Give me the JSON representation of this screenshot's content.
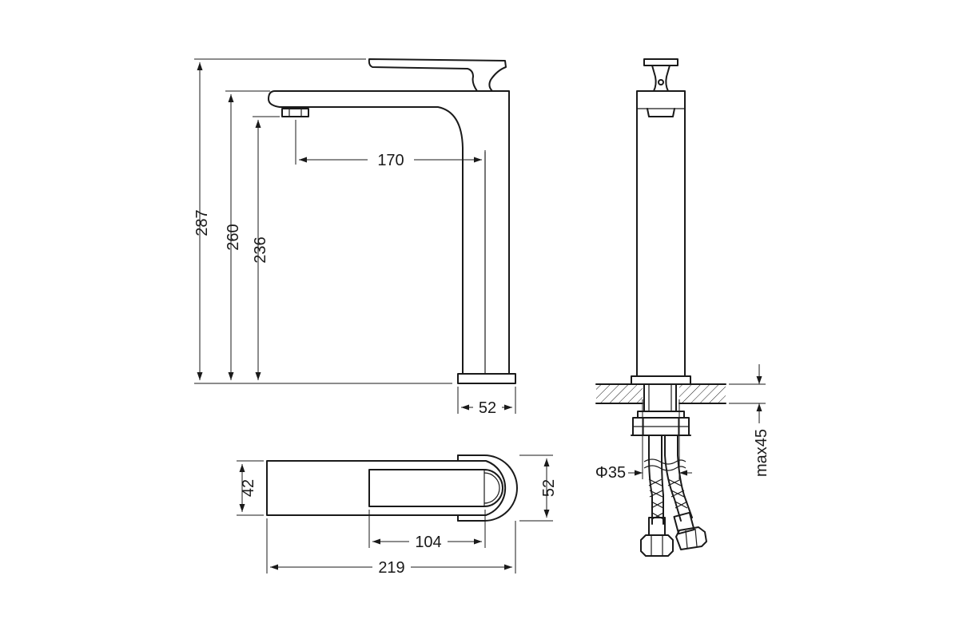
{
  "dimensions": {
    "height_total": "287",
    "height_spout": "260",
    "height_outlet": "236",
    "spout_reach": "170",
    "base_width": "52",
    "top_width": "42",
    "top_depth": "52",
    "handle_length": "104",
    "overall_length": "219",
    "mount_hole": "Φ35",
    "max_deck": "max45"
  }
}
